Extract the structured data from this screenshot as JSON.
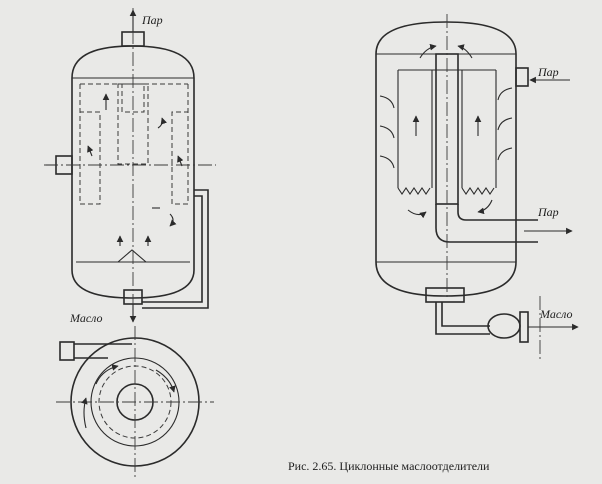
{
  "labels": {
    "steam_out_left": "Пар",
    "oil_out_left": "Масло",
    "steam_in_right": "Пар",
    "steam_out_right": "Пар",
    "oil_out_right": "Масло"
  },
  "caption": "Рис. 2.65. Циклонные маслоотделители",
  "colors": {
    "ink": "#2b2b2b",
    "paper": "#e9e9e7"
  }
}
